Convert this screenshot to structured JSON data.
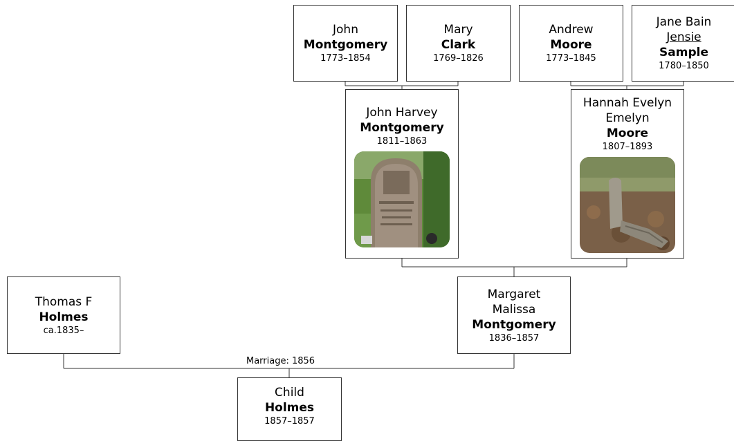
{
  "people": {
    "john_montgomery": {
      "given": "John",
      "surname": "Montgomery",
      "dates": "1773–1854"
    },
    "mary_clark": {
      "given": "Mary",
      "surname": "Clark",
      "dates": "1769–1826"
    },
    "andrew_moore": {
      "given": "Andrew",
      "surname": "Moore",
      "dates": "1773–1845"
    },
    "jane_sample": {
      "given": "Jane Bain",
      "nickname": "Jensie",
      "surname": "Sample",
      "dates": "1780–1850"
    },
    "john_harvey_montgomery": {
      "given": "John Harvey",
      "surname": "Montgomery",
      "dates": "1811–1863",
      "photo": "gravestone-photo"
    },
    "hannah_moore": {
      "given_line1": "Hannah Evelyn",
      "given_line2": "Emelyn",
      "surname": "Moore",
      "dates": "1807–1893",
      "photo": "gravestone-photo"
    },
    "thomas_holmes": {
      "given": "Thomas F",
      "surname": "Holmes",
      "dates": "ca.1835–"
    },
    "margaret_montgomery": {
      "given_line1": "Margaret",
      "given_line2": "Malissa",
      "surname": "Montgomery",
      "dates": "1836–1857"
    },
    "child_holmes": {
      "given": "Child",
      "surname": "Holmes",
      "dates": "1857–1857"
    }
  },
  "marriage": {
    "label": "Marriage: 1856"
  },
  "colors": {
    "border": "#333333",
    "background": "#ffffff",
    "text": "#000000"
  }
}
